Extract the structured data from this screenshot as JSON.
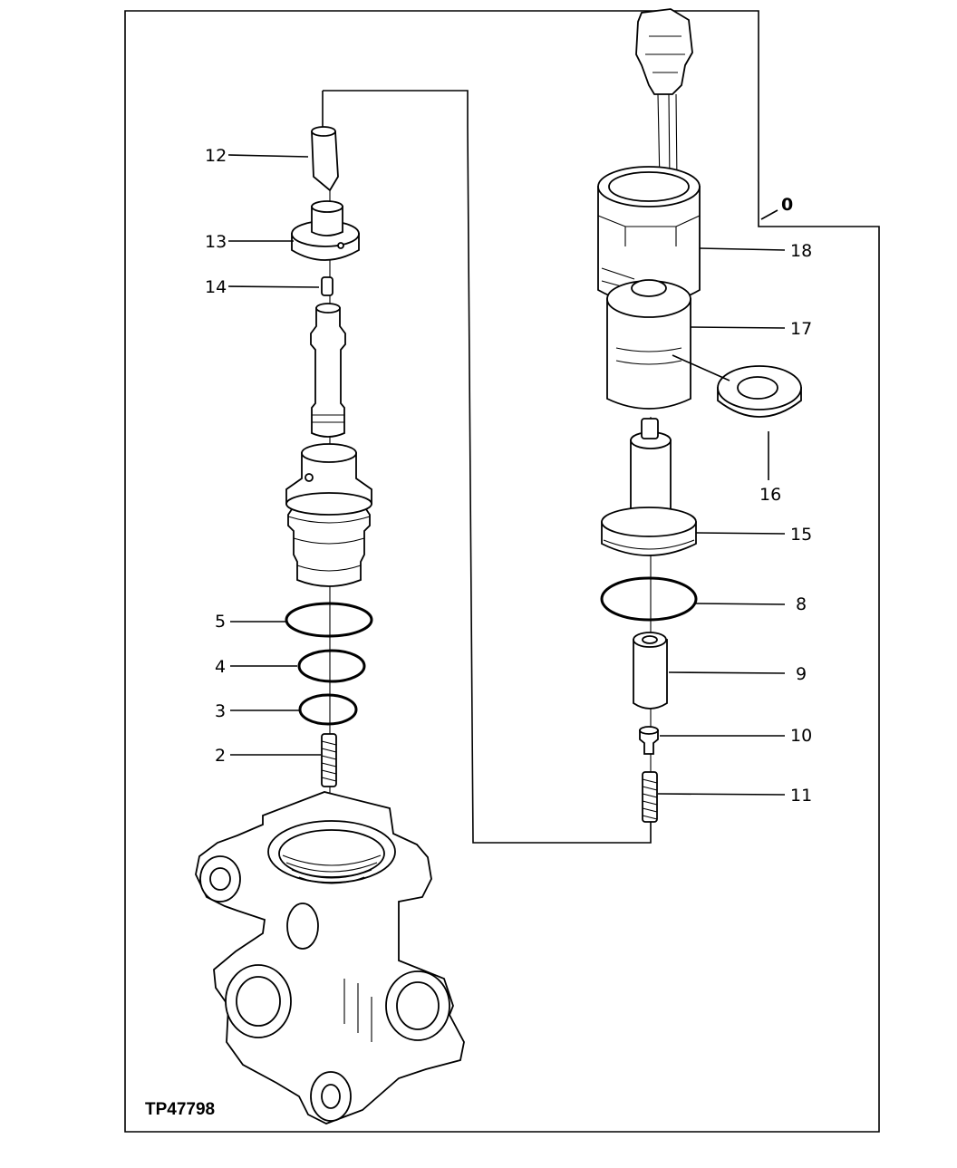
{
  "figure": {
    "id_label": "TP47798",
    "assembly_callout": "0"
  },
  "callouts": [
    {
      "key": "c2",
      "text": "2"
    },
    {
      "key": "c3",
      "text": "3"
    },
    {
      "key": "c4",
      "text": "4"
    },
    {
      "key": "c5",
      "text": "5"
    },
    {
      "key": "c8",
      "text": "8"
    },
    {
      "key": "c9",
      "text": "9"
    },
    {
      "key": "c10",
      "text": "10"
    },
    {
      "key": "c11",
      "text": "11"
    },
    {
      "key": "c12",
      "text": "12"
    },
    {
      "key": "c13",
      "text": "13"
    },
    {
      "key": "c14",
      "text": "14"
    },
    {
      "key": "c15",
      "text": "15"
    },
    {
      "key": "c16",
      "text": "16"
    },
    {
      "key": "c17",
      "text": "17"
    },
    {
      "key": "c18",
      "text": "18"
    }
  ]
}
